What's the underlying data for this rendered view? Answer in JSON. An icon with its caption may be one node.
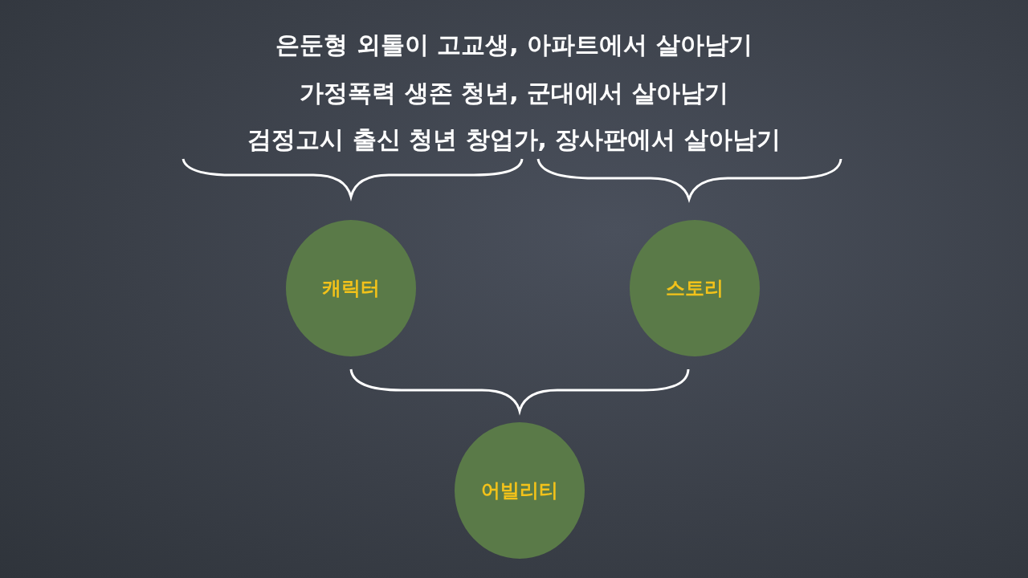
{
  "diagram": {
    "nodes": [
      {
        "text": [
          "캐릭터"
        ]
      },
      {
        "text": [
          "스토리"
        ]
      },
      {
        "text": [
          "어빌리티"
        ]
      }
    ],
    "edges": [],
    "labels": [
      "은둔형 외톨이 고교생, 아파트에서 살아남기",
      "가정폭력 생존 청년, 군대에서 살아남기",
      "검정고시 출신 청년 창업가, 장사판에서 살아남기"
    ]
  }
}
